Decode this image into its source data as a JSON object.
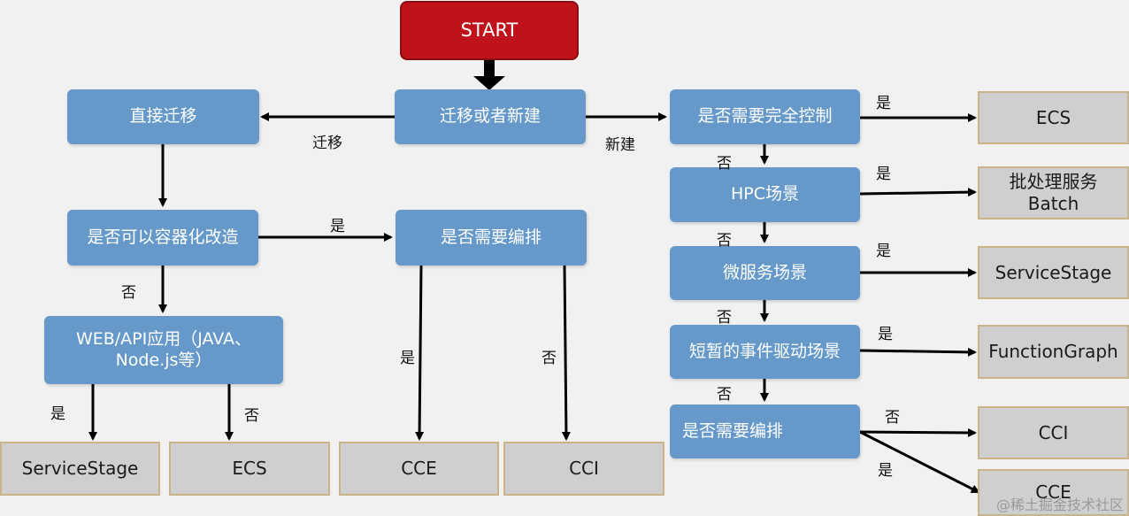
{
  "nodes": {
    "start": "START",
    "migrate_or_new": "迁移或者新建",
    "direct_migrate": "直接迁移",
    "can_containerize": "是否可以容器化改造",
    "web_api_line1": "WEB/API应用（JAVA、",
    "web_api_line2": "Node.js等）",
    "need_orchestration_mid": "是否需要编排",
    "need_full_control": "是否需要完全控制",
    "hpc": "HPC场景",
    "microservice": "微服务场景",
    "event_driven": "短暂的事件驱动场景",
    "need_orchestration_right": "是否需要编排"
  },
  "results": {
    "servicestage_left": "ServiceStage",
    "ecs_left": "ECS",
    "cce_mid": "CCE",
    "cci_mid": "CCI",
    "ecs_right": "ECS",
    "batch_line1": "批处理服务",
    "batch_line2": "Batch",
    "servicestage_right": "ServiceStage",
    "functiongraph": "FunctionGraph",
    "cci_right": "CCI",
    "cce_right": "CCE"
  },
  "labels": {
    "migrate": "迁移",
    "new_build": "新建",
    "yes": "是",
    "no": "否"
  },
  "watermark": "@稀土掘金技术社区",
  "colors": {
    "start": "#c0121a",
    "decision": "#6699c9",
    "result": "#cfcfcf",
    "result_border": "#c9b48a",
    "arrow": "#000000"
  }
}
